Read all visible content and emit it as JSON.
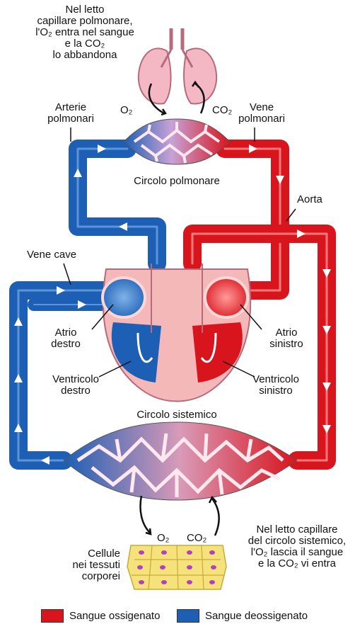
{
  "labels": {
    "lung_note": [
      "Nel letto",
      "capillare polmonare,",
      "l'O₂ entra nel sangue",
      "e la CO₂",
      "lo abbandona"
    ],
    "o2_top": "O₂",
    "co2_top": "CO₂",
    "arterie": [
      "Arterie",
      "polmonari"
    ],
    "vene_polm": [
      "Vene",
      "polmonari"
    ],
    "circolo_polmonare": "Circolo polmonare",
    "aorta": "Aorta",
    "vene_cave": "Vene cave",
    "atrio_destro": [
      "Atrio",
      "destro"
    ],
    "atrio_sinistro": [
      "Atrio",
      "sinistro"
    ],
    "ventricolo_destro": [
      "Ventricolo",
      "destro"
    ],
    "ventricolo_sinistro": [
      "Ventricolo",
      "sinistro"
    ],
    "circolo_sistemico": "Circolo sistemico",
    "systemic_note": [
      "Nel letto capillare",
      "del circolo sistemico,",
      "l'O₂ lascia il sangue",
      "e la CO₂ vi entra"
    ],
    "cellule": [
      "Cellule",
      "nei tessuti",
      "corporei"
    ],
    "o2_bottom": "O₂",
    "co2_bottom": "CO₂"
  },
  "legend": [
    {
      "label": "Sangue ossigenato",
      "color": "#d8141c"
    },
    {
      "label": "Sangue deossigenato",
      "color": "#1c5fb4"
    }
  ],
  "colors": {
    "oxygenated": "#d8141c",
    "deoxygenated": "#1c5fb4",
    "lung": "#f4b8c4",
    "heart": "#f5b8b8",
    "cells": "#f6e27a"
  }
}
